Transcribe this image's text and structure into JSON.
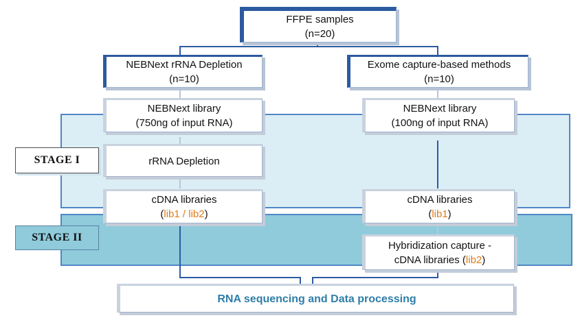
{
  "stages": {
    "stage1": "STAGE I",
    "stage2": "STAGE II"
  },
  "top": {
    "line1": "FFPE samples",
    "line2": "(n=20)"
  },
  "left": {
    "method": {
      "line1": "NEBNext rRNA Depletion",
      "line2": "(n=10)"
    },
    "library": {
      "line1": "NEBNext library",
      "line2": "(750ng of input RNA)"
    },
    "depletion": "rRNA Depletion",
    "cdna": {
      "line1": "cDNA libraries",
      "open": "(",
      "lib": "lib1 / lib2",
      "close": ")"
    }
  },
  "right": {
    "method": {
      "line1": "Exome capture-based methods",
      "line2": "(n=10)"
    },
    "library": {
      "line1": "NEBNext library",
      "line2": "(100ng of input RNA)"
    },
    "cdna": {
      "line1": "cDNA libraries",
      "open": "(",
      "lib": "lib1",
      "close": ")"
    },
    "hyb": {
      "line1": "Hybridization capture -",
      "line2_pre": "cDNA libraries (",
      "lib": "lib2",
      "close": ")"
    }
  },
  "final": "RNA sequencing and Data processing",
  "colors": {
    "accent": "#2c5aa0",
    "stage1_fill": "#dbeef5",
    "stage2_fill": "#8fcbdb",
    "lib_highlight": "#e07b15",
    "final_text": "#2e7ea8"
  }
}
